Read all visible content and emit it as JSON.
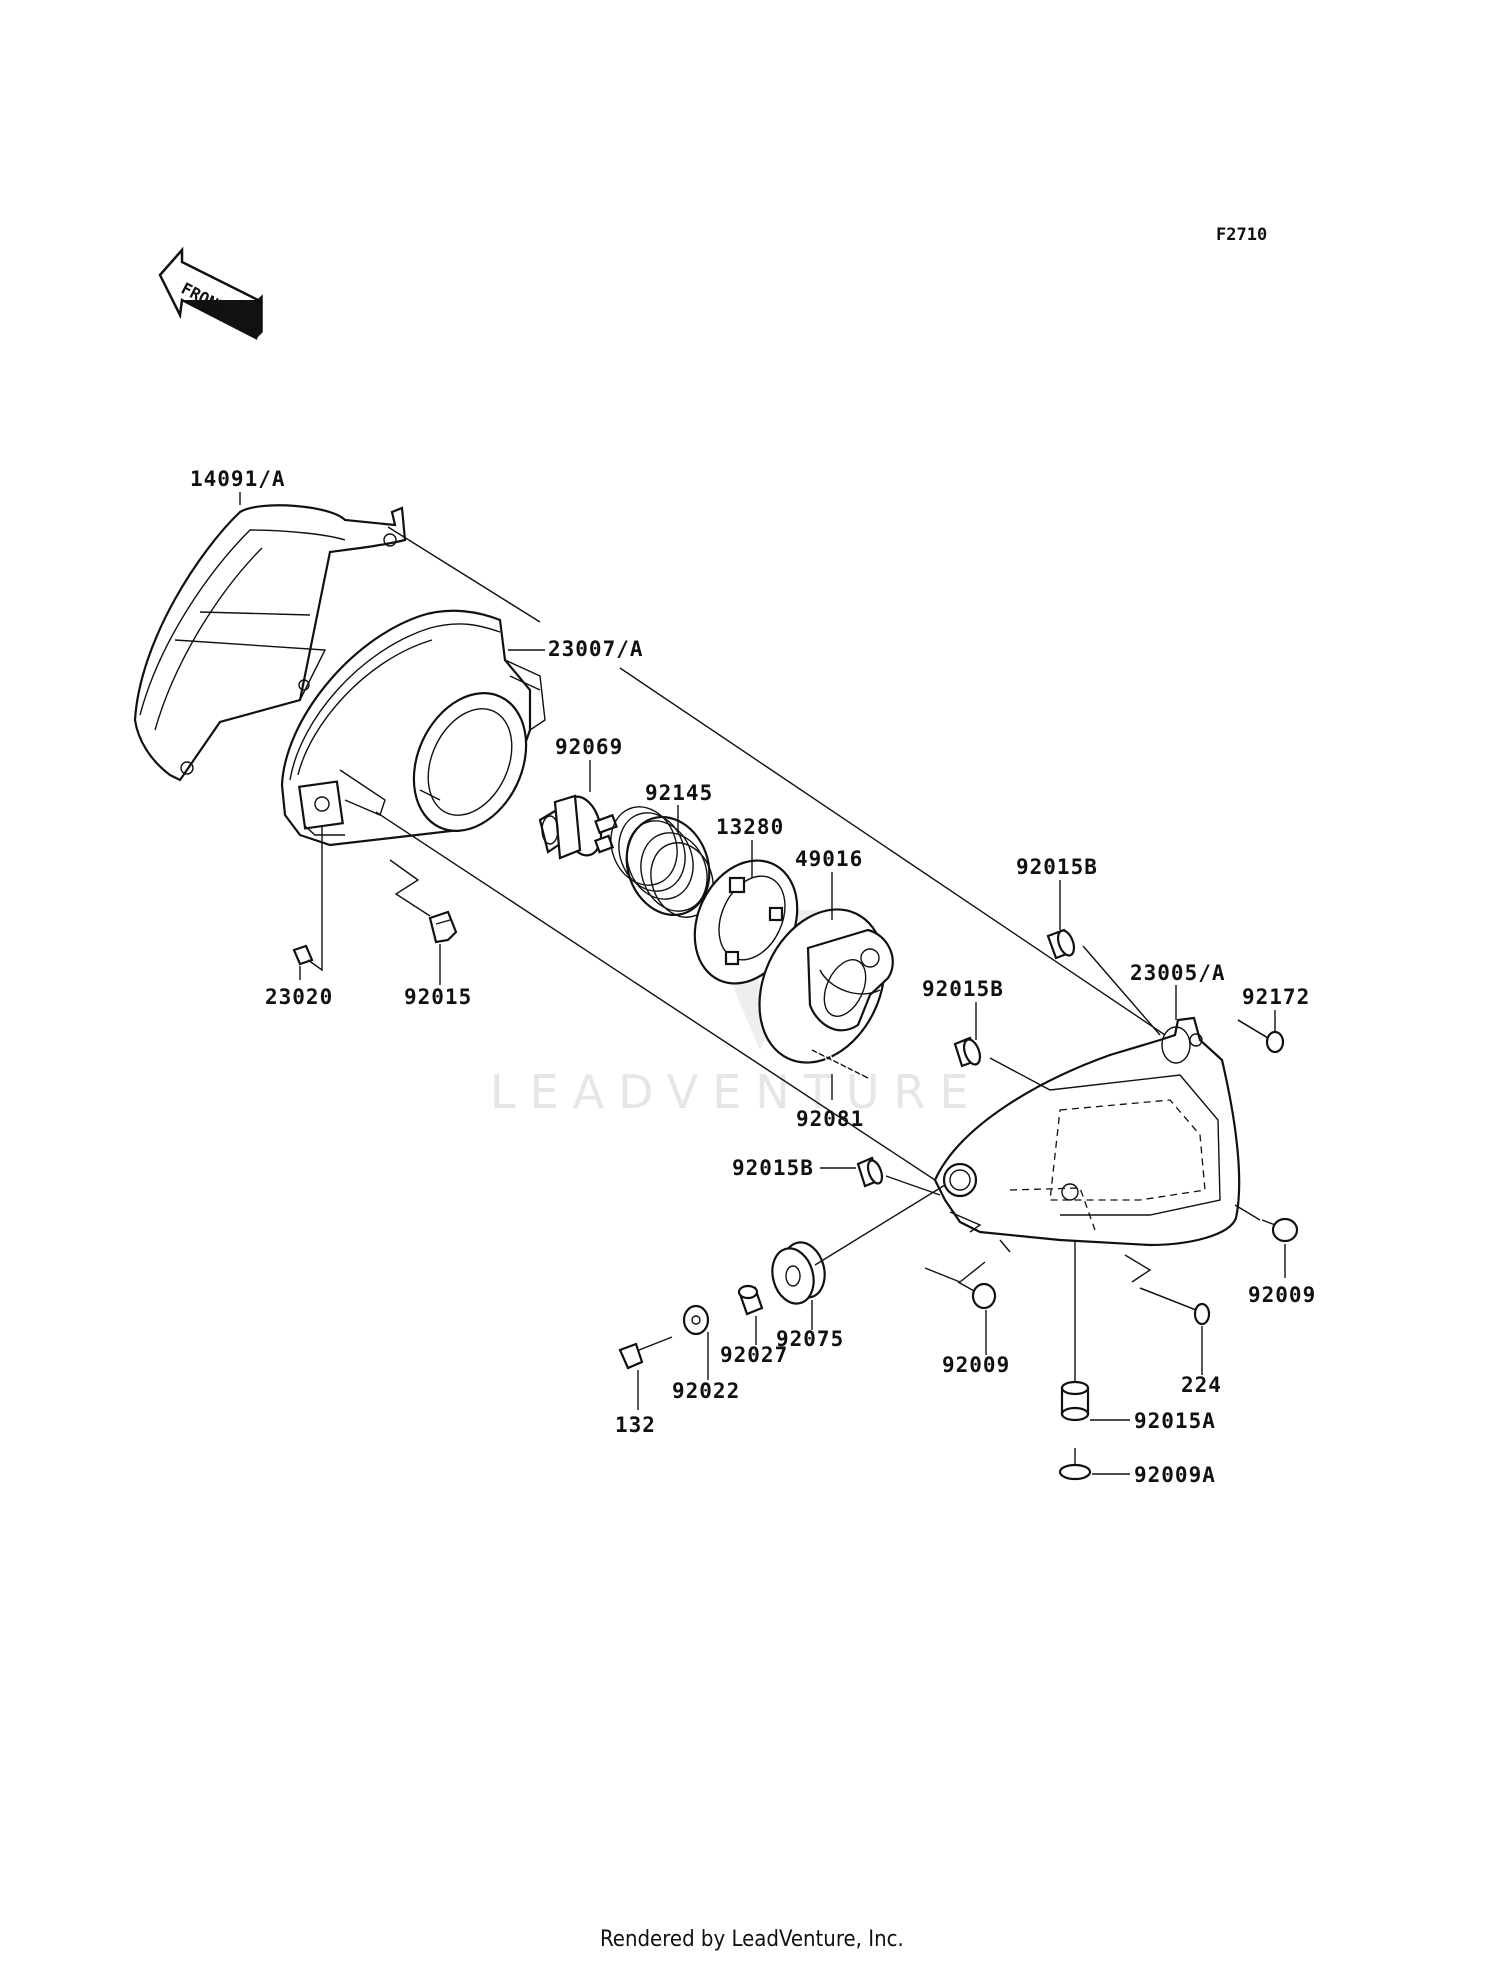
{
  "diagram_code": "F2710",
  "front_label": "FRONT",
  "watermark": "LEADVENTURE",
  "footer": "Rendered by LeadVenture, Inc.",
  "labels": {
    "p14091A": "14091/A",
    "p23007A": "23007/A",
    "p92069": "92069",
    "p92145": "92145",
    "p13280": "13280",
    "p49016": "49016",
    "p92015B_top": "92015B",
    "p23005A": "23005/A",
    "p92172": "92172",
    "p92015B_mid": "92015B",
    "p23020": "23020",
    "p92015": "92015",
    "p92081": "92081",
    "p92015B_low": "92015B",
    "p92009_right": "92009",
    "p92075": "92075",
    "p92027": "92027",
    "p92022": "92022",
    "p132": "132",
    "p92009_mid": "92009",
    "p224": "224",
    "p92015A": "92015A",
    "p92009A": "92009A"
  }
}
